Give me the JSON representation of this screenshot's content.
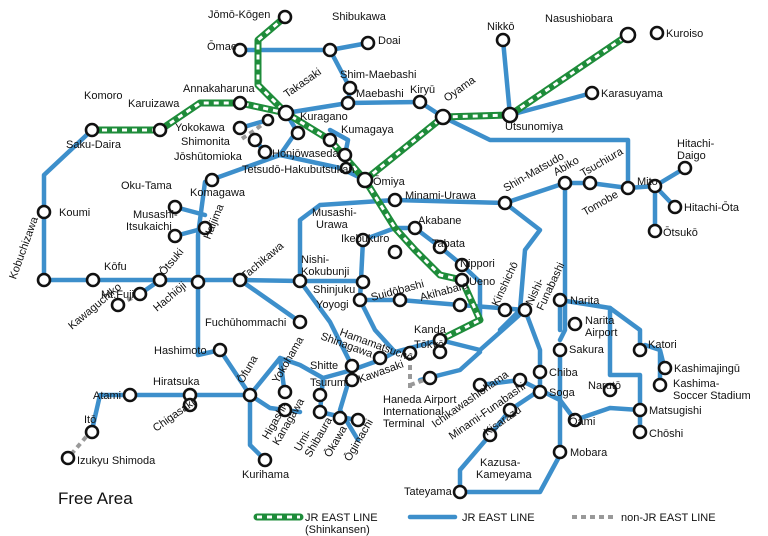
{
  "area_label": "Free Area",
  "legend": {
    "shinkansen_line1": "JR EAST LINE",
    "shinkansen_line2": "(Shinkansen)",
    "jr": "JR EAST LINE",
    "nonjr": "non-JR EAST LINE"
  },
  "colors": {
    "jr_line": "#3d8fcb",
    "shinkansen": "#1e8c3a",
    "non_jr": "#999999"
  },
  "stations": [
    "Jōmō-Kōgen",
    "Shibukawa",
    "Ōmae",
    "Doai",
    "Shim-Maebashi",
    "Maebashi",
    "Komoro",
    "Karuizawa",
    "Annakaharuna",
    "Takasaki",
    "Kiryū",
    "Oyama",
    "Nikkō",
    "Nasushiobara",
    "Kuroiso",
    "Karasuyama",
    "Utsunomiya",
    "Saku-Daira",
    "Yokokawa",
    "Shimonita",
    "Kuragano",
    "Kumagaya",
    "Jōshūtomioka",
    "Honjōwaseda",
    "Tetsudō-Hakubutsukan",
    "Ōmiya",
    "Komagawa",
    "Oku-Tama",
    "Musashi-Itsukaichi",
    "Haijima",
    "Koumi",
    "Kobuchizawa",
    "Kōfu",
    "Mt.Fuji",
    "Ōtsuki",
    "Kawaguchiko",
    "Hachiōji",
    "Tachikawa",
    "Nishi-Kokubunji",
    "Fuchūhommachi",
    "Musashi-Urawa",
    "Minami-Urawa",
    "Shin-Matsudo",
    "Abiko",
    "Tsuchiura",
    "Mito",
    "Hitachi-Daigo",
    "Tomobe",
    "Hitachi-Ōta",
    "Ōtsukō",
    "Akabane",
    "Ikebukuro",
    "Tabata",
    "Nippori",
    "Ueno",
    "Shinjuku",
    "Yoyogi",
    "Suidōbashi",
    "Akihabara",
    "Kinshichō",
    "Nishi-Funabashi",
    "Narita",
    "Narita Airport",
    "Katori",
    "Kashimajingū",
    "Kashima-Soccer Stadium",
    "Kanda",
    "Tōkyō",
    "Hamamatsuchō",
    "Shinagawa",
    "Shitte",
    "Kawasaki",
    "Haneda Airport International Terminal",
    "Sakura",
    "Chiba",
    "Soga",
    "Narutō",
    "Matsugishi",
    "Chōshi",
    "Ōami",
    "Mobara",
    "Hashimoto",
    "Atami",
    "Hiratsuka",
    "Ōfuna",
    "Yokohama",
    "Tsurumi",
    "Chigasaki",
    "Higashi-Kanagawa",
    "Umi-Shibaura",
    "Ōkawa",
    "Ōgimachi",
    "Kurihama",
    "Ichikawashiohama",
    "Minami-Funabashi",
    "Kisarazu",
    "Kazusa-Kameyama",
    "Tateyama",
    "Itō",
    "Izukyu Shimoda"
  ]
}
